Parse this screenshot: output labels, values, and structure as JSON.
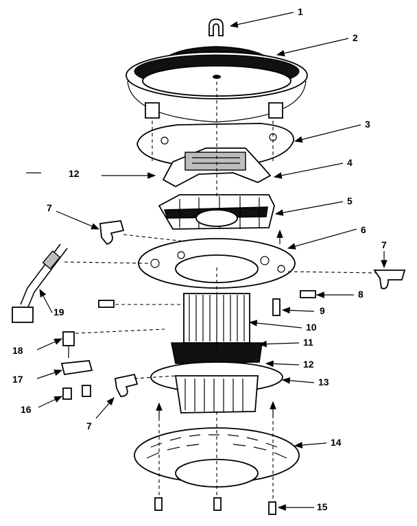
{
  "diagram": {
    "callouts": [
      {
        "id": "c1",
        "text": "1"
      },
      {
        "id": "c2",
        "text": "2"
      },
      {
        "id": "c3",
        "text": "3"
      },
      {
        "id": "c4",
        "text": "4"
      },
      {
        "id": "c5",
        "text": "5"
      },
      {
        "id": "c6",
        "text": "6"
      },
      {
        "id": "c7a",
        "text": "7"
      },
      {
        "id": "c7b",
        "text": "7"
      },
      {
        "id": "c7c",
        "text": "7"
      },
      {
        "id": "c8",
        "text": "8"
      },
      {
        "id": "c9",
        "text": "9"
      },
      {
        "id": "c10",
        "text": "10"
      },
      {
        "id": "c11",
        "text": "11"
      },
      {
        "id": "c12a",
        "text": "12"
      },
      {
        "id": "c12b",
        "text": "12"
      },
      {
        "id": "c13",
        "text": "13"
      },
      {
        "id": "c14",
        "text": "14"
      },
      {
        "id": "c15",
        "text": "15"
      },
      {
        "id": "c16",
        "text": "16"
      },
      {
        "id": "c17",
        "text": "17"
      },
      {
        "id": "c18",
        "text": "18"
      },
      {
        "id": "c19",
        "text": "19"
      }
    ]
  }
}
